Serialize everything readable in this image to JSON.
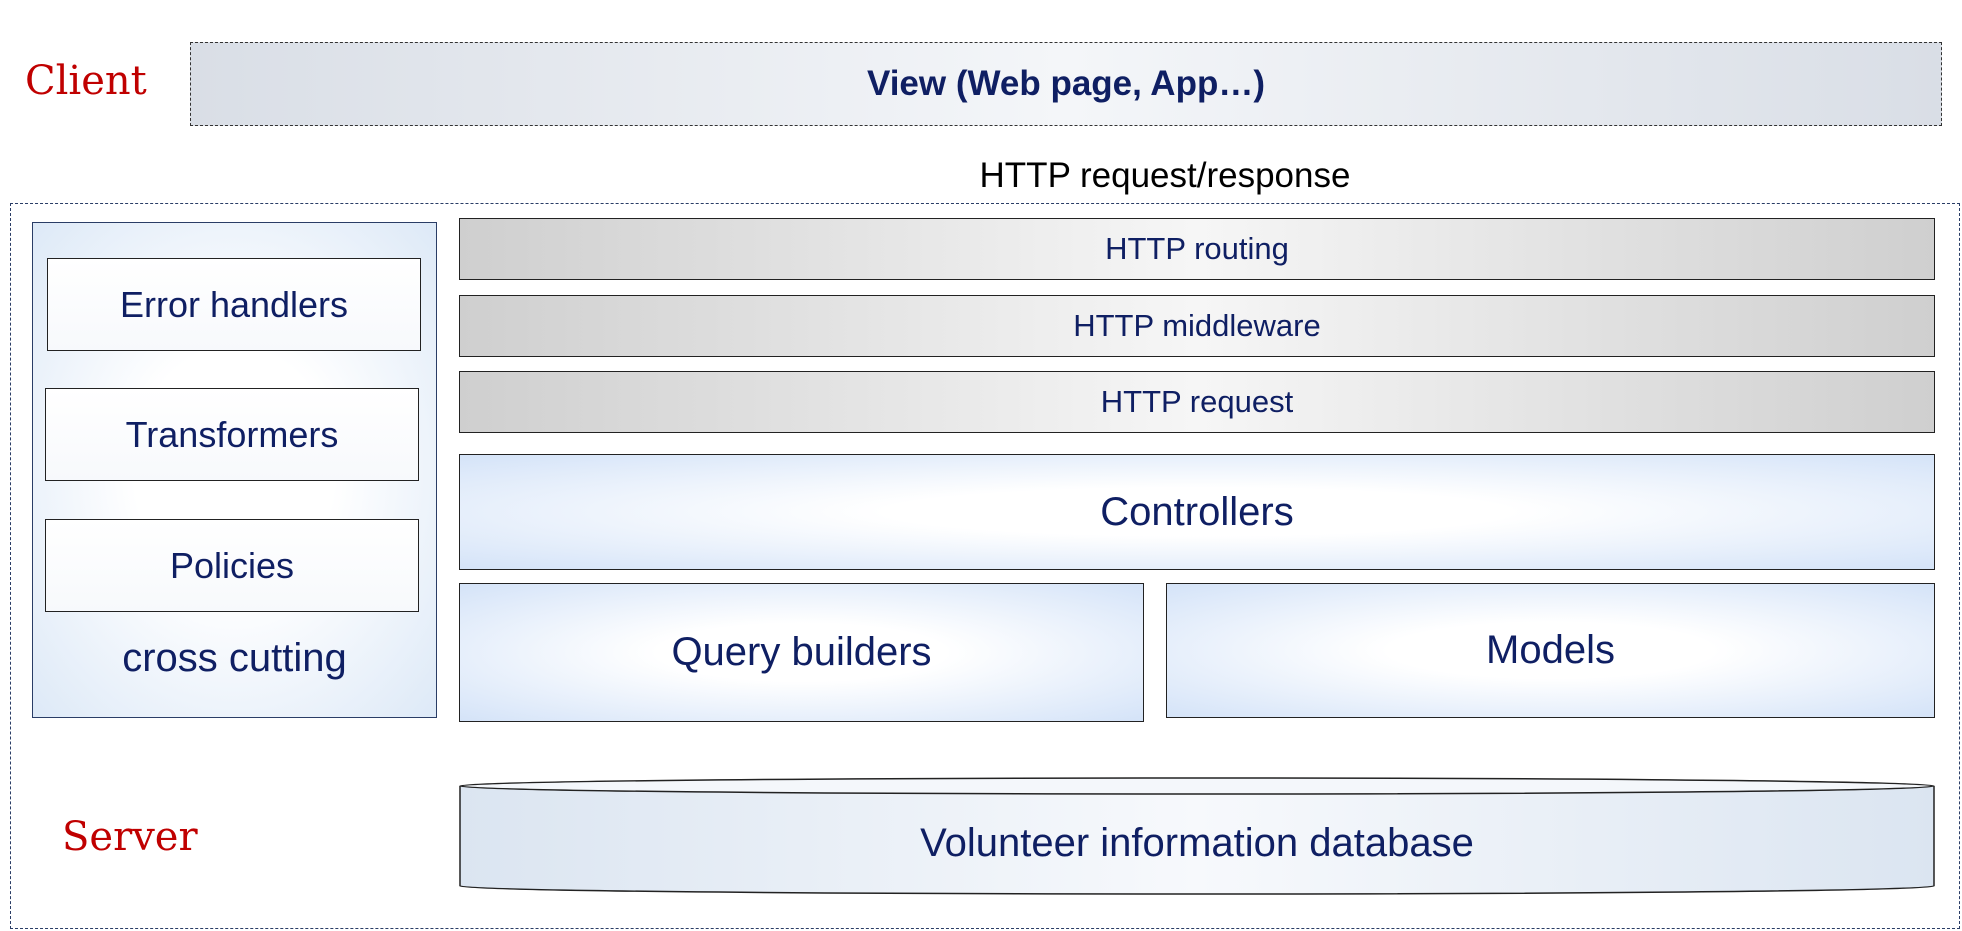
{
  "labels": {
    "client": "Client",
    "server": "Server"
  },
  "client": {
    "view": "View (Web page, App…)"
  },
  "connector": {
    "http_request_response": "HTTP request/response"
  },
  "cross_cutting": {
    "items": [
      "Error handlers",
      "Transformers",
      "Policies"
    ],
    "caption": "cross cutting"
  },
  "http_layers": [
    "HTTP routing",
    "HTTP middleware",
    "HTTP request"
  ],
  "controllers": "Controllers",
  "query_builders": "Query builders",
  "models": "Models",
  "database": "Volunteer information database",
  "colors": {
    "label_red": "#c00000",
    "text_navy": "#0f1f63",
    "border_blue": "#2a3d66"
  }
}
